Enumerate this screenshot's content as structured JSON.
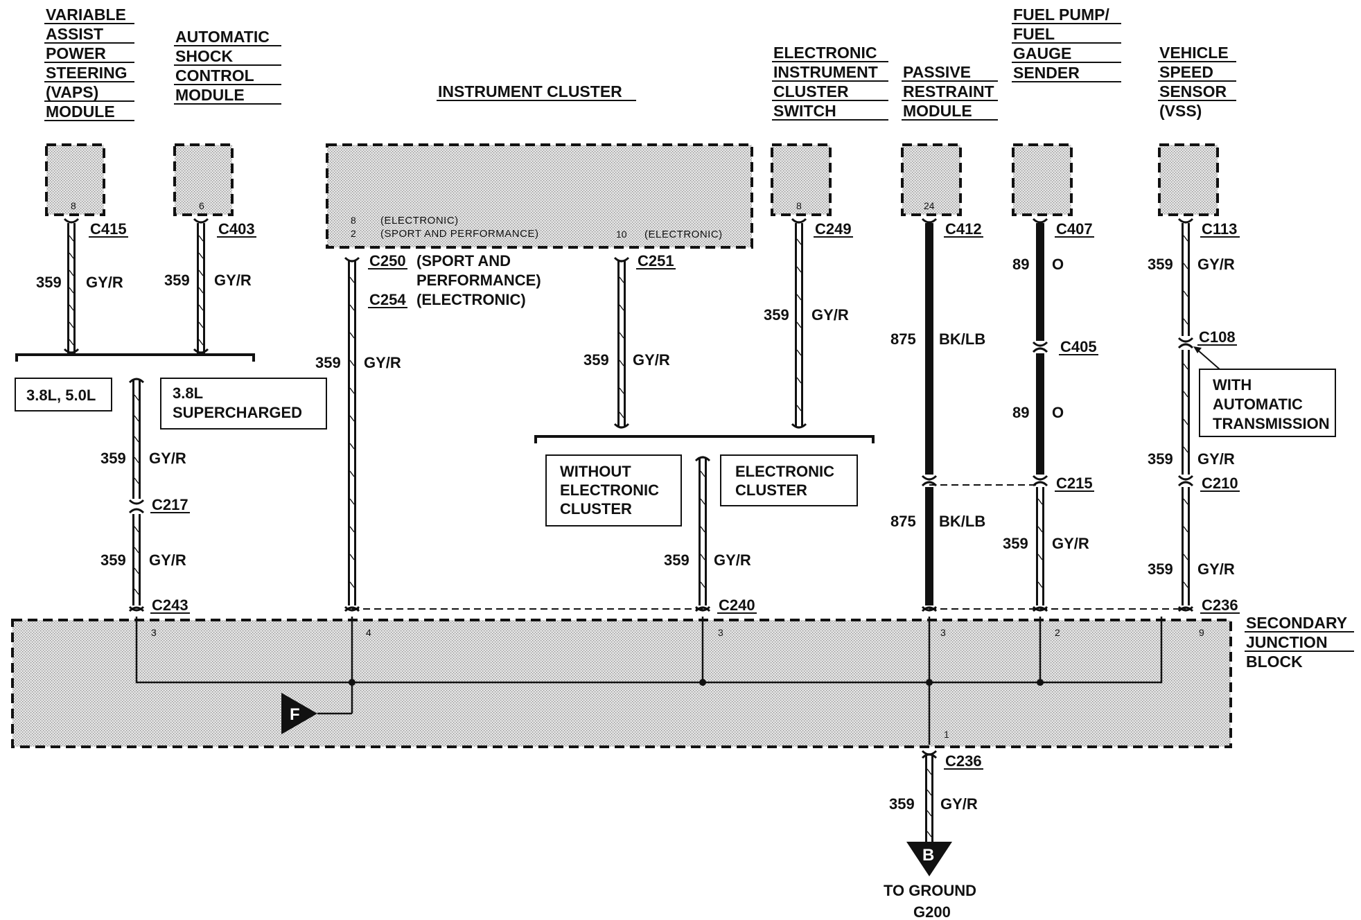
{
  "modules": {
    "vaps": [
      "VARIABLE",
      "ASSIST",
      "POWER",
      "STEERING",
      "(VAPS)",
      "MODULE"
    ],
    "shock": [
      "AUTOMATIC",
      "SHOCK",
      "CONTROL",
      "MODULE"
    ],
    "cluster": "INSTRUMENT CLUSTER",
    "eic_switch": [
      "ELECTRONIC",
      "INSTRUMENT",
      "CLUSTER",
      "SWITCH"
    ],
    "prm": [
      "PASSIVE",
      "RESTRAINT",
      "MODULE"
    ],
    "fuel": [
      "FUEL PUMP/",
      "FUEL",
      "GAUGE",
      "SENDER"
    ],
    "vss": [
      "VEHICLE",
      "SPEED",
      "SENSOR",
      "(VSS)"
    ],
    "sjb": [
      "SECONDARY",
      "JUNCTION",
      "BLOCK"
    ]
  },
  "pins": {
    "vaps": "8",
    "shock": "6",
    "cluster_a": "8",
    "cluster_b": "2",
    "cluster_c": "10",
    "eic_switch": "8",
    "prm": "24",
    "sjb_1": "3",
    "sjb_2": "4",
    "sjb_3": "3",
    "sjb_4": "3",
    "sjb_5": "2",
    "sjb_6": "9",
    "sjb_out": "1"
  },
  "cluster_notes": {
    "a": "(ELECTRONIC)",
    "b": "(SPORT AND PERFORMANCE)",
    "c": "(ELECTRONIC)"
  },
  "connectors": {
    "c415": "C415",
    "c403": "C403",
    "c250": "C250",
    "c254": "C254",
    "c251": "C251",
    "c249": "C249",
    "c412": "C412",
    "c407": "C407",
    "c405": "C405",
    "c113": "C113",
    "c108": "C108",
    "c217": "C217",
    "c215": "C215",
    "c210": "C210",
    "c243": "C243",
    "c240": "C240",
    "c236": "C236",
    "c236b": "C236"
  },
  "c250_note": [
    "(SPORT AND",
    "PERFORMANCE)"
  ],
  "c254_note": "(ELECTRONIC)",
  "circuits": {
    "n359": "359",
    "gyr": "GY/R",
    "n875": "875",
    "bklb": "BK/LB",
    "n89": "89",
    "o": "O"
  },
  "options": {
    "engines_a": "3.8L, 5.0L",
    "engines_b": [
      "3.8L",
      "SUPERCHARGED"
    ],
    "no_elec": [
      "WITHOUT",
      "ELECTRONIC",
      "CLUSTER"
    ],
    "elec": [
      "ELECTRONIC",
      "CLUSTER"
    ],
    "auto_trans": [
      "WITH",
      "AUTOMATIC",
      "TRANSMISSION"
    ]
  },
  "ground": {
    "flag_f": "F",
    "flag_b": "B",
    "label": "TO GROUND",
    "point": "G200"
  }
}
